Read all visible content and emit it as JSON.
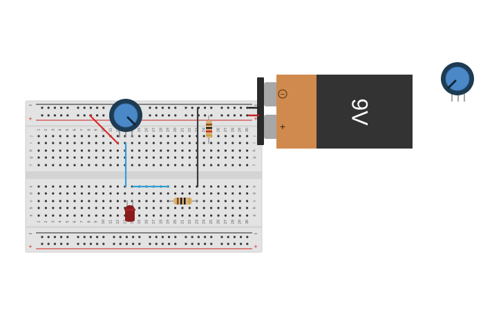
{
  "breadboard": {
    "column_numbers": [
      "1",
      "2",
      "3",
      "4",
      "5",
      "6",
      "7",
      "8",
      "9",
      "10",
      "11",
      "12",
      "13",
      "14",
      "15",
      "16",
      "17",
      "18",
      "19",
      "20",
      "21",
      "22",
      "23",
      "24",
      "25",
      "26",
      "27",
      "28",
      "29",
      "30"
    ],
    "row_letters_top": [
      "j",
      "i",
      "h",
      "g",
      "f"
    ],
    "row_letters_bottom": [
      "e",
      "d",
      "c",
      "b",
      "a"
    ],
    "rail_minus": "−",
    "rail_plus": "+"
  },
  "battery": {
    "label": "9V",
    "minus_symbol": "−",
    "plus_symbol": "+"
  },
  "colors": {
    "board": "#e3e3e3",
    "board_edge": "#cfcfcf",
    "hole": "#333333",
    "rail_red": "#d01d1d",
    "rail_black": "#222222",
    "wire_red": "#d82424",
    "wire_blue": "#2f9fd8",
    "wire_black": "#3a3a3a",
    "pot_blue": "#4a88c8",
    "pot_dark": "#1d3b52",
    "led_red": "#8a1c1c",
    "battery_copper": "#d08a4e",
    "battery_body": "#333333"
  },
  "icons": {
    "potentiometer": "potentiometer-icon",
    "led": "led-icon",
    "resistor": "resistor-icon",
    "battery": "battery-9v-icon"
  }
}
